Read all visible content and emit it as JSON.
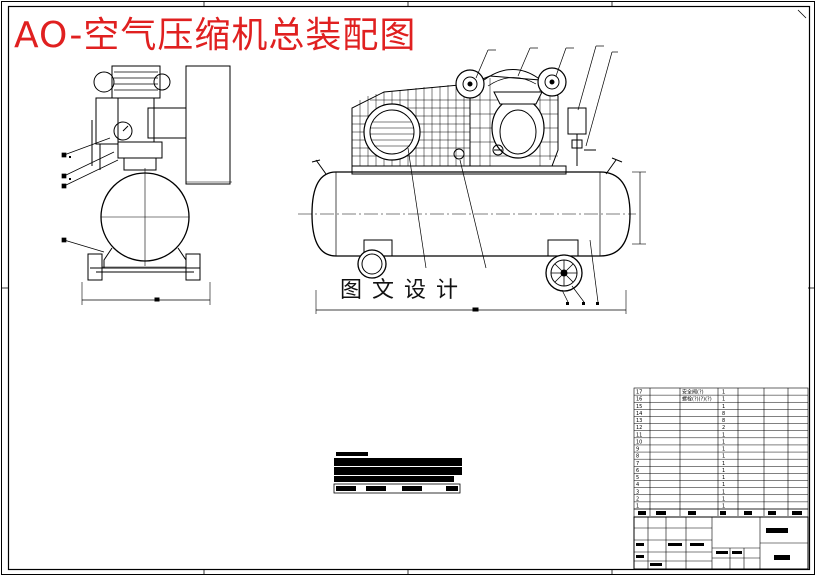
{
  "drawing": {
    "title": "AO-空气压缩机总装配图",
    "watermark": "图文设计"
  },
  "parts_list": {
    "rows": [
      {
        "no": "17",
        "code": "",
        "name": "安全阀(?)",
        "qty": "1",
        "material": "",
        "remark": ""
      },
      {
        "no": "16",
        "code": "",
        "name": "螺栓(?)(?)(?)",
        "qty": "1",
        "material": "",
        "remark": ""
      },
      {
        "no": "15",
        "code": "",
        "name": "",
        "qty": "1",
        "material": "",
        "remark": ""
      },
      {
        "no": "14",
        "code": "",
        "name": "",
        "qty": "8",
        "material": "",
        "remark": ""
      },
      {
        "no": "13",
        "code": "",
        "name": "",
        "qty": "8",
        "material": "",
        "remark": ""
      },
      {
        "no": "12",
        "code": "",
        "name": "",
        "qty": "2",
        "material": "",
        "remark": ""
      },
      {
        "no": "11",
        "code": "",
        "name": "",
        "qty": "1",
        "material": "",
        "remark": ""
      },
      {
        "no": "10",
        "code": "",
        "name": "",
        "qty": "1",
        "material": "",
        "remark": ""
      },
      {
        "no": "9",
        "code": "",
        "name": "",
        "qty": "1",
        "material": "",
        "remark": ""
      },
      {
        "no": "8",
        "code": "",
        "name": "",
        "qty": "1",
        "material": "",
        "remark": ""
      },
      {
        "no": "7",
        "code": "",
        "name": "",
        "qty": "1",
        "material": "",
        "remark": ""
      },
      {
        "no": "6",
        "code": "",
        "name": "",
        "qty": "1",
        "material": "",
        "remark": ""
      },
      {
        "no": "5",
        "code": "",
        "name": "",
        "qty": "1",
        "material": "",
        "remark": ""
      },
      {
        "no": "4",
        "code": "",
        "name": "",
        "qty": "1",
        "material": "",
        "remark": ""
      },
      {
        "no": "3",
        "code": "",
        "name": "",
        "qty": "1",
        "material": "",
        "remark": ""
      },
      {
        "no": "2",
        "code": "",
        "name": "",
        "qty": "1",
        "material": "",
        "remark": ""
      },
      {
        "no": "1",
        "code": "",
        "name": "",
        "qty": "1",
        "material": "",
        "remark": ""
      }
    ]
  },
  "colors": {
    "title": "#e02020",
    "line": "#000000",
    "background": "#ffffff"
  }
}
